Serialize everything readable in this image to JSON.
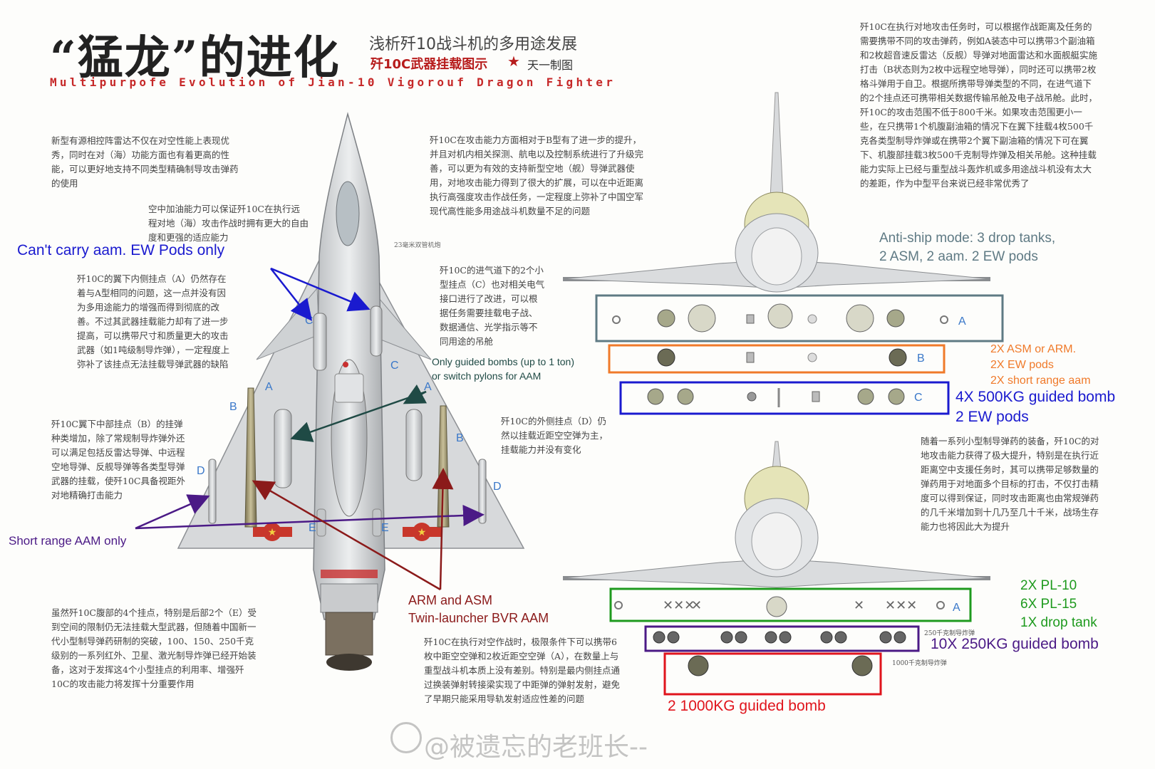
{
  "header": {
    "title_main": "“猛龙”的进化",
    "title_sub": "浅析歼10战斗机的多用途发展",
    "title_red": "歼10C武器挂载图示",
    "star": "★",
    "credit": "天一制图",
    "title_eng": "Multipurpofe Evolution of Jian-10 Vigorouf Dragon Fighter"
  },
  "cn_text": {
    "radar": "新型有源相控阵雷达不仅在对空性能上表现优秀，同时在对（海）功能方面也有着更高的性能，可以更好地支持不同类型精确制导攻击弹药的使用",
    "refuel": "空中加油能力可以保证歼10C在执行远程对地（海）攻击作战时拥有更大的自由度和更强的适应能力",
    "attack": "歼10C在攻击能力方面相对于B型有了进一步的提升，并且对机内相关探测、航电以及控制系统进行了升级完善，可以更为有效的支持新型空地（舰）导弹武器使用，对地攻击能力得到了很大的扩展，可以在中近距离执行高强度攻击作战任务，一定程度上弥补了中国空军现代高性能多用途战斗机数量不足的问题",
    "gun": "23毫米双管机炮",
    "station_a": "歼10C的翼下内侧挂点（A）仍然存在着与A型相同的问题，这一点并没有因为多用途能力的增强而得到彻底的改善。不过其武器挂载能力却有了进一步提高，可以携带尺寸和质量更大的攻击武器（如1吨级制导炸弹），一定程度上弥补了该挂点无法挂载导弹武器的缺陷",
    "station_c": "歼10C的进气道下的2个小型挂点（C）也对相关电气接口进行了改进，可以根据任务需要挂载电子战、数据通信、光学指示等不同用途的吊舱",
    "station_b": "歼10C翼下中部挂点（B）的挂弹种类增加，除了常规制导炸弹外还可以满足包括反雷达导弹、中远程空地导弹、反舰导弹等各类型导弹武器的挂载，使歼10C具备视距外对地精确打击能力",
    "station_d": "歼10C的外侧挂点（D）仍然以挂载近距空空弹为主，挂载能力并没有变化",
    "station_e": "虽然歼10C腹部的4个挂点，特别是后部2个（E）受到空间的限制仍无法挂载大型武器，但随着中国新一代小型制导弹药研制的突破，100、150、250千克级别的一系列红外、卫星、激光制导炸弹已经开始装备，这对于发挥这4个小型挂点的利用率、增强歼10C的攻击能力将发挥十分重要作用",
    "air_combat": "歼10C在执行对空作战时，极限条件下可以携带6枚中距空空弹和2枚近距空空弹（A），在数量上与重型战斗机本质上没有差别。特别是最内侧挂点通过换装弹射转接梁实现了中距弹的弹射发射，避免了早期只能采用导轨发射适应性差的问题",
    "ground_attack": "歼10C在执行对地攻击任务时，可以根据作战距离及任务的需要携带不同的攻击弹药，例如A装态中可以携带3个副油箱和2枚超音速反雷达（反舰）导弹对地面雷达和水面舰艇实施打击（B状态则为2枚中远程空地导弹），同时还可以携带2枚格斗弹用于自卫。根据所携带导弹类型的不同，在进气道下的2个挂点还可携带相关数据传输吊舱及电子战吊舱。此时，歼10C的攻击范围不低于800千米。如果攻击范围更小一些，在只携带1个机腹副油箱的情况下在翼下挂载4枚500千克各类型制导炸弹或在携带2个翼下副油箱的情况下可在翼下、机腹部挂载3枚500千克制导炸弹及相关吊舱。这种挂载能力实际上已经与重型战斗轰炸机或多用途战斗机没有太大的差距，作为中型平台来说已经非常优秀了",
    "small_munitions": "随着一系列小型制导弹药的装备，歼10C的对地攻击能力获得了极大提升，特别是在执行近距离空中支援任务时，其可以携带足够数量的弹药用于对地面多个目标的打击，不仅打击精度可以得到保证，同时攻击距离也由常规弹药的几千米增加到十几乃至几十千米，战场生存能力也将因此大为提升",
    "bomb_250": "250千克制导炸弹",
    "bomb_1000": "1000千克制导炸弹"
  },
  "annotations": {
    "ew_only": "Can't carry aam. EW Pods only",
    "guided_bombs_1": "Only guided bombs (up to 1 ton)",
    "guided_bombs_2": "or switch pylons for AAM",
    "short_range": "Short range AAM only",
    "arm_asm": "ARM and ASM",
    "twin_bvr": "Twin-launcher BVR AAM",
    "antiship_1": "Anti-ship mode: 3 drop tanks,",
    "antiship_2": "2 ASM, 2 aam. 2 EW pods",
    "b_line1": "2X ASM or ARM.",
    "b_line2": "2X EW pods",
    "b_line3": "2X short range aam",
    "c_line1": "4X 500KG guided bomb",
    "c_line2": "2 EW pods",
    "air_line1": "2X PL-10",
    "air_line2": "6X PL-15",
    "air_line3": "1X drop tank",
    "bomb250_caption": "10X 250KG guided bomb",
    "bomb1000_caption": "2 1000KG guided bomb"
  },
  "station_letters": {
    "A": "A",
    "B": "B",
    "C": "C",
    "D": "D",
    "E": "E"
  },
  "watermark": "@被遗忘的老班长--",
  "colors": {
    "blue": "#1a1acf",
    "dark_green_arrow": "#1f4a45",
    "purple": "#4b1a86",
    "dark_red": "#8b1a1a",
    "steel_box": "#5f7a84",
    "orange": "#f07a2a",
    "green": "#1e9a1e",
    "red": "#e0141c",
    "station_blue": "#3a78c9"
  }
}
